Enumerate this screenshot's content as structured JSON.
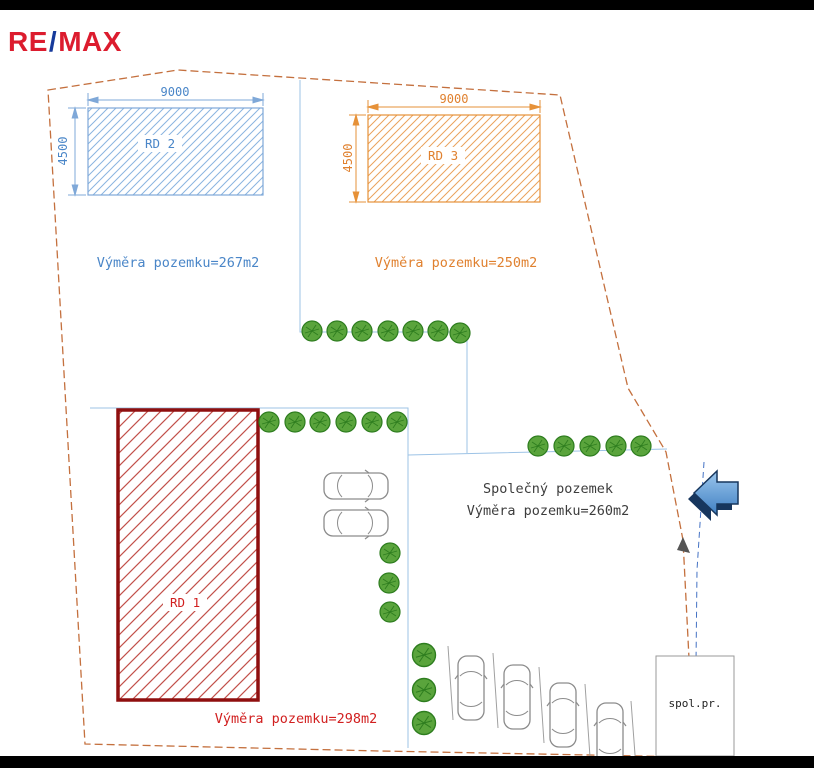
{
  "logo": {
    "re": "RE",
    "slash": "/",
    "max": "MAX"
  },
  "plots": {
    "rd2": {
      "label": "RD 2",
      "width": "9000",
      "depth": "4500",
      "area": "Výměra pozemku=267m2"
    },
    "rd3": {
      "label": "RD 3",
      "width": "9000",
      "depth": "4500",
      "area": "Výměra pozemku=250m2"
    },
    "rd1": {
      "label": "RD 1",
      "area": "Výměra pozemku=298m2"
    },
    "common": {
      "name": "Společný pozemek",
      "area": "Výměra pozemku=260m2"
    },
    "annex": {
      "label": "spol.pr."
    }
  },
  "colors": {
    "remax_red": "#dc1c2e",
    "remax_blue": "#163a9b",
    "rd2_blue": "#5b9bd5",
    "rd3_orange": "#e0812f",
    "rd1_red": "#8f0f0f",
    "boundary_orange": "#c4703e",
    "tree_green": "#5aa43c",
    "arrow_blue": "#3f7fc1"
  },
  "icons": {
    "tree": "tree-icon",
    "car": "car-top-view-icon",
    "arrow": "entrance-arrow-icon"
  }
}
